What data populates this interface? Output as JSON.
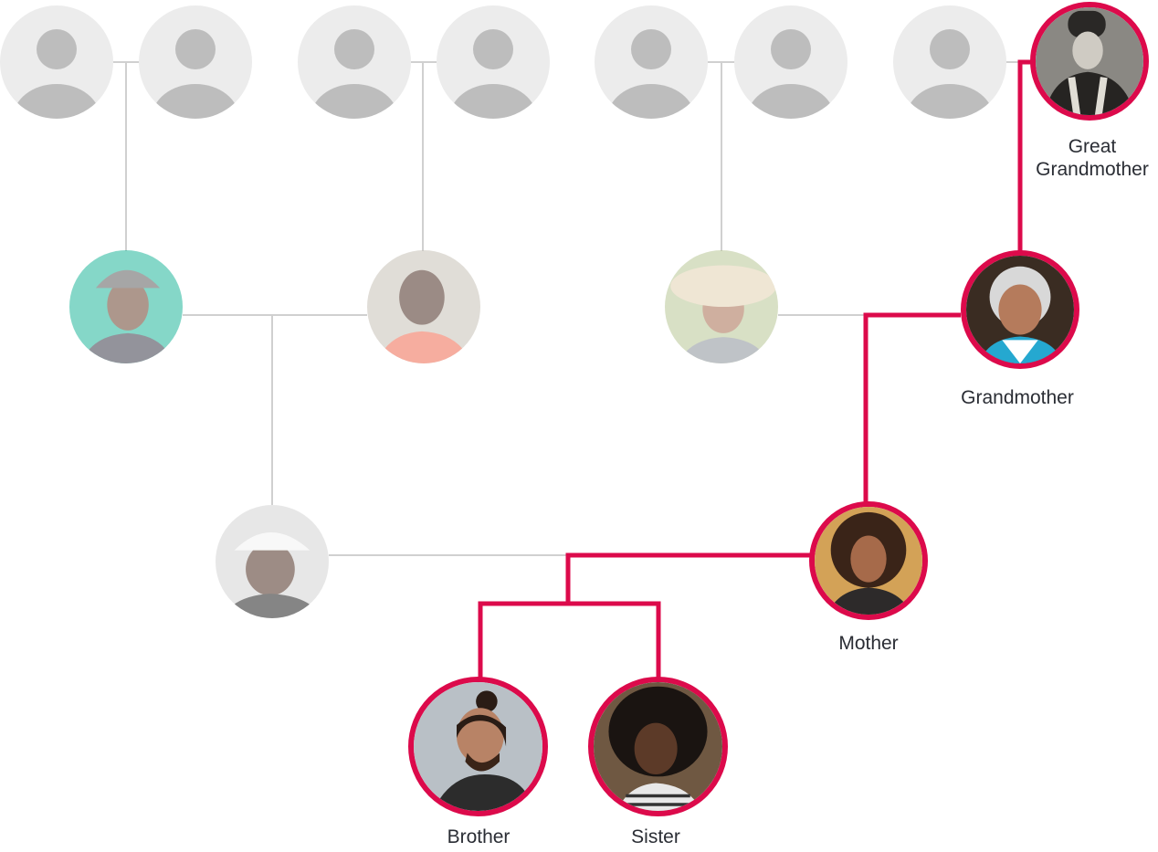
{
  "colors": {
    "highlight": "#dc0a4b",
    "line": "#d0d0d0",
    "placeholder_bg": "#ececec",
    "placeholder_fg": "#bdbdbd"
  },
  "labels": {
    "great_grandmother_line1": "Great",
    "great_grandmother_line2": "Grandmother",
    "grandmother": "Grandmother",
    "mother": "Mother",
    "brother": "Brother",
    "sister": "Sister"
  }
}
